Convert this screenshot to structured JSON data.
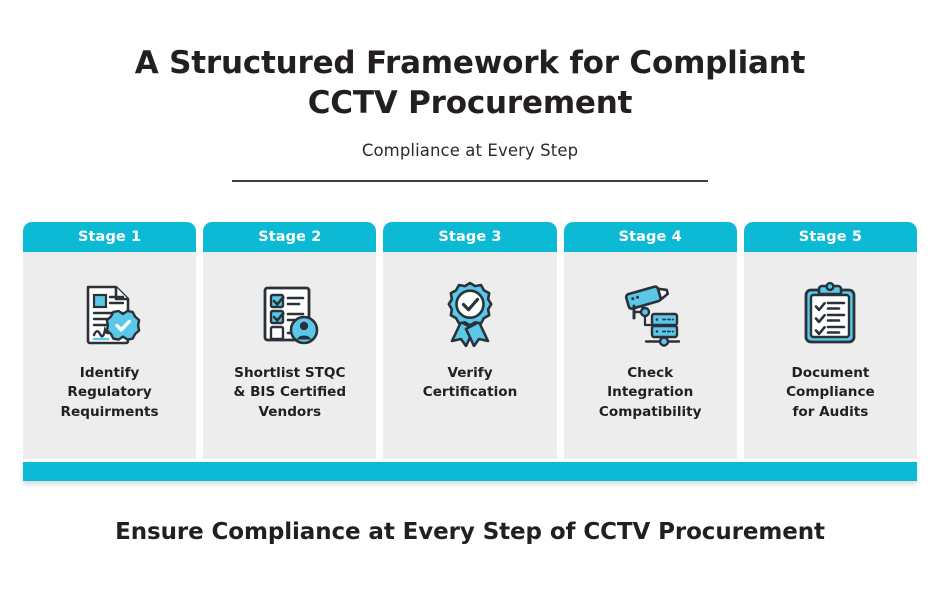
{
  "header": {
    "title_line1": "A Structured Framework for Compliant",
    "title_line2": "CCTV Procurement",
    "subtitle": "Compliance at Every Step"
  },
  "colors": {
    "accent": "#0cbad6",
    "icon_fill": "#5ac8e8",
    "icon_stroke": "#2b3138",
    "card_body": "#ededed",
    "text": "#231f20",
    "background": "#ffffff"
  },
  "stages": [
    {
      "header": "Stage 1",
      "label": "Identify\nRegulatory\nRequirments",
      "icon": "document-verified-icon"
    },
    {
      "header": "Stage 2",
      "label": "Shortlist STQC\n& BIS Certified\nVendors",
      "icon": "checklist-vendor-icon"
    },
    {
      "header": "Stage 3",
      "label": "Verify\nCertification",
      "icon": "award-badge-check-icon"
    },
    {
      "header": "Stage 4",
      "label": "Check\nIntegration\nCompatibility",
      "icon": "cctv-server-network-icon"
    },
    {
      "header": "Stage 5",
      "label": "Document\nCompliance\nfor Audits",
      "icon": "clipboard-checklist-icon"
    }
  ],
  "footer": {
    "caption": "Ensure Compliance at Every Step of CCTV Procurement"
  }
}
